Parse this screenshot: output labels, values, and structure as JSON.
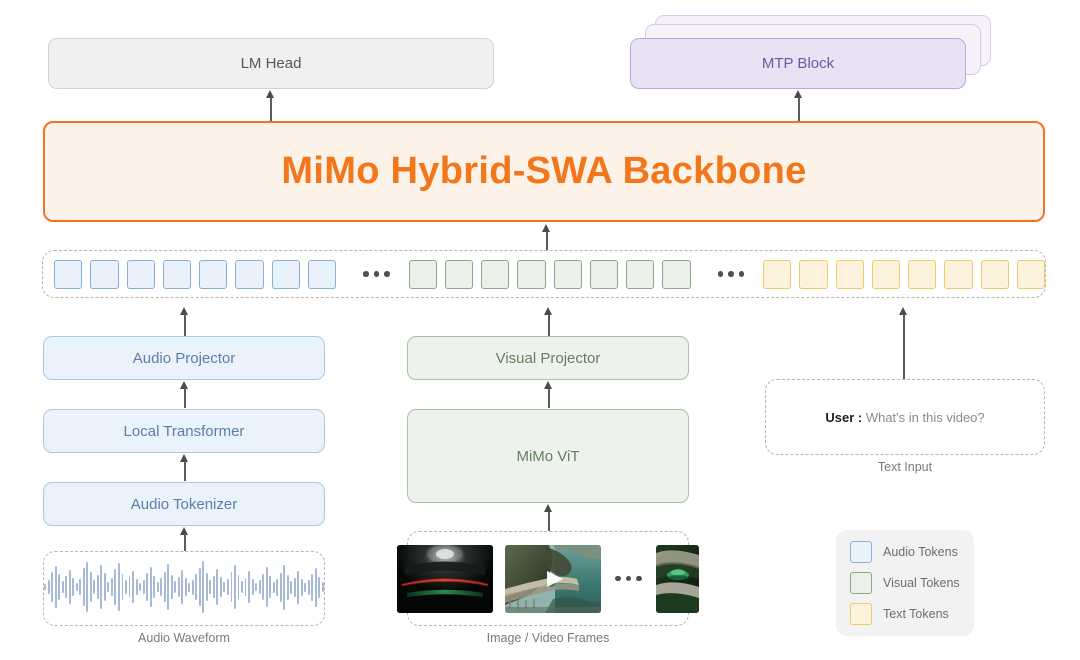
{
  "diagram": {
    "title": "MiMo Hybrid-SWA Backbone",
    "heads": {
      "lm_head": "LM Head",
      "mtp_block": "MTP Block"
    },
    "backbone_label": "MiMo Hybrid-SWA Backbone",
    "tokens": {
      "audio_count": 8,
      "visual_count": 8,
      "text_count": 8,
      "ellipsis": "•••",
      "audio_color": "#e9f2fb",
      "audio_border": "#8aaed4",
      "visual_color": "#ebf1e9",
      "visual_border": "#8ba887",
      "text_color": "#fdf3dc",
      "text_border": "#f0c96a"
    },
    "audio_branch": {
      "projector": "Audio Projector",
      "local_transformer": "Local Transformer",
      "tokenizer": "Audio Tokenizer",
      "input_caption": "Audio Waveform"
    },
    "visual_branch": {
      "projector": "Visual Projector",
      "encoder": "MiMo ViT",
      "input_caption": "Image / Video Frames",
      "frame_ellipsis": "•••"
    },
    "text_branch": {
      "user_label": "User :",
      "user_text": "What's in this video?",
      "input_caption": "Text Input"
    },
    "legend": {
      "items": [
        {
          "label": "Audio Tokens",
          "fill": "#e9f2fb",
          "border": "#8aaed4"
        },
        {
          "label": "Visual Tokens",
          "fill": "#ebf1e9",
          "border": "#8ba887"
        },
        {
          "label": "Text Tokens",
          "fill": "#fdf3dc",
          "border": "#f0c96a"
        }
      ]
    },
    "colors": {
      "accent_orange": "#ef7524",
      "accent_purple": "#6a5aa0",
      "arrow": "#4a4a4a"
    }
  }
}
